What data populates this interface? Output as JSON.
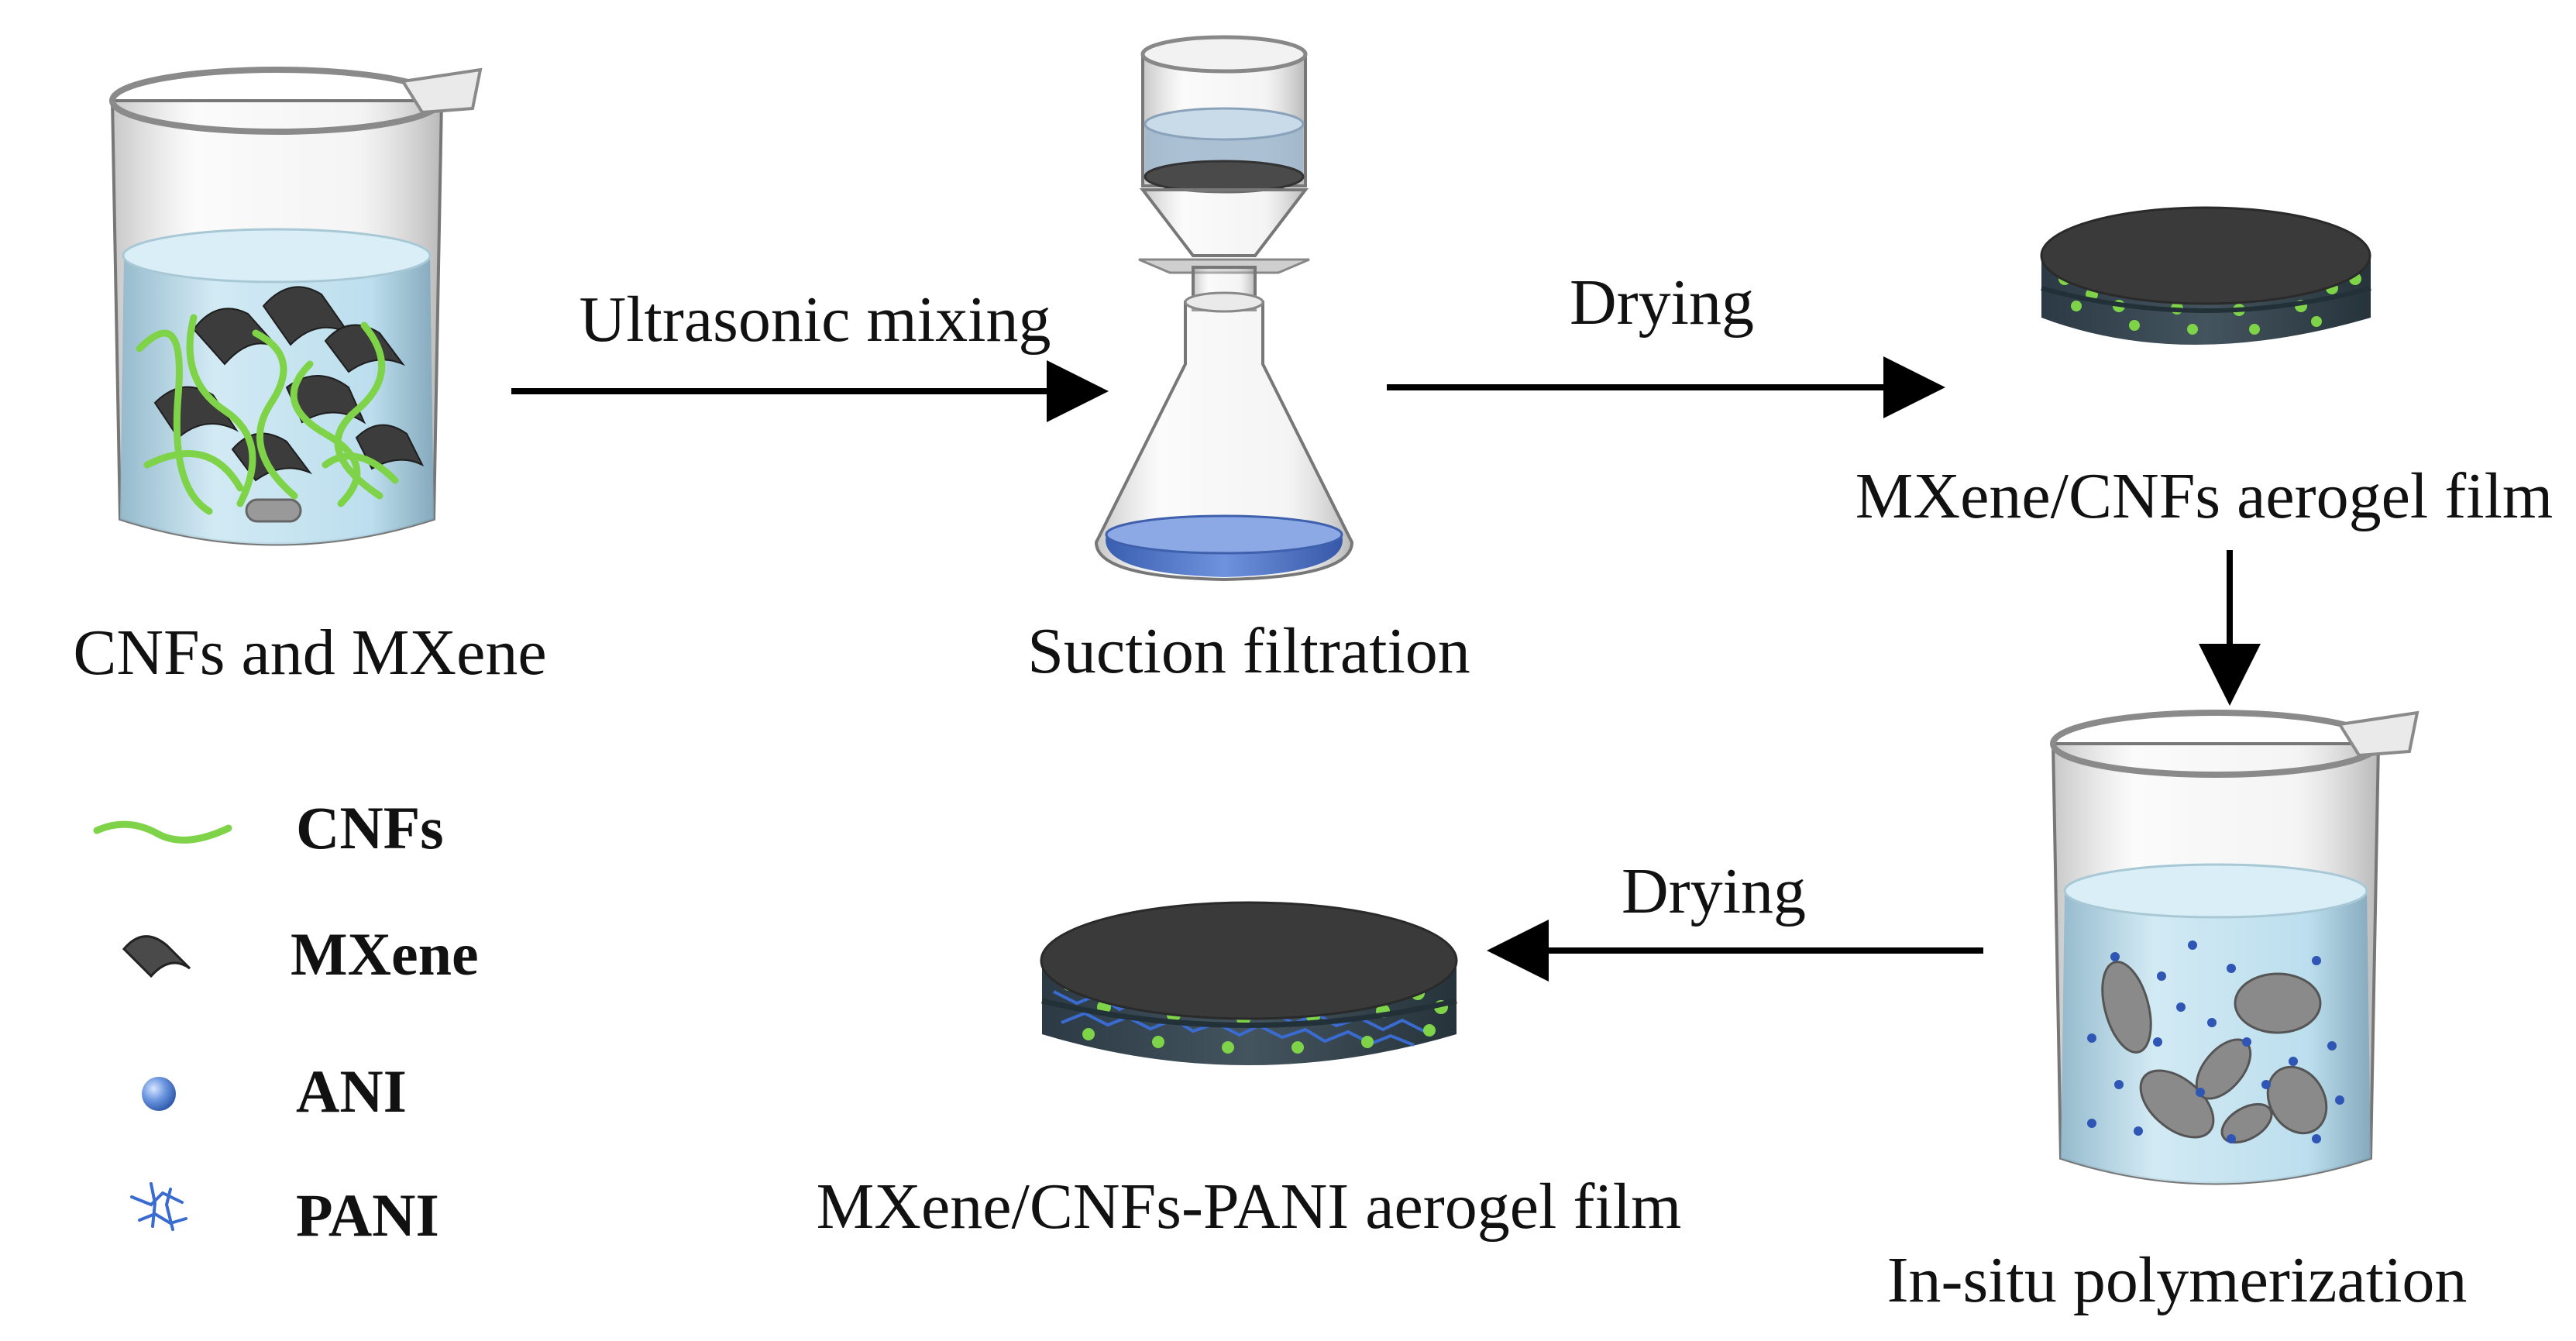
{
  "steps": {
    "start_label": "CNFs and MXene",
    "filtration_label": "Suction filtration",
    "film_label": "MXene/CNFs aerogel film",
    "polymerization_label": "In-situ polymerization",
    "final_label": "MXene/CNFs-PANI aerogel film"
  },
  "arrows": {
    "ultrasonic_label": "Ultrasonic mixing",
    "drying1_label": "Drying",
    "drying2_label": "Drying"
  },
  "legend": {
    "cnfs": "CNFs",
    "mxene": "MXene",
    "ani": "ANI",
    "pani": "PANI"
  },
  "colors": {
    "cnf_green": "#7ed348",
    "mxene_dark": "#3c3c3c",
    "water_blue": "#b8dcec",
    "ani_blue": "#4a7fd1",
    "pani_blue": "#3a6bd0",
    "film_top": "#3a3a3a"
  }
}
